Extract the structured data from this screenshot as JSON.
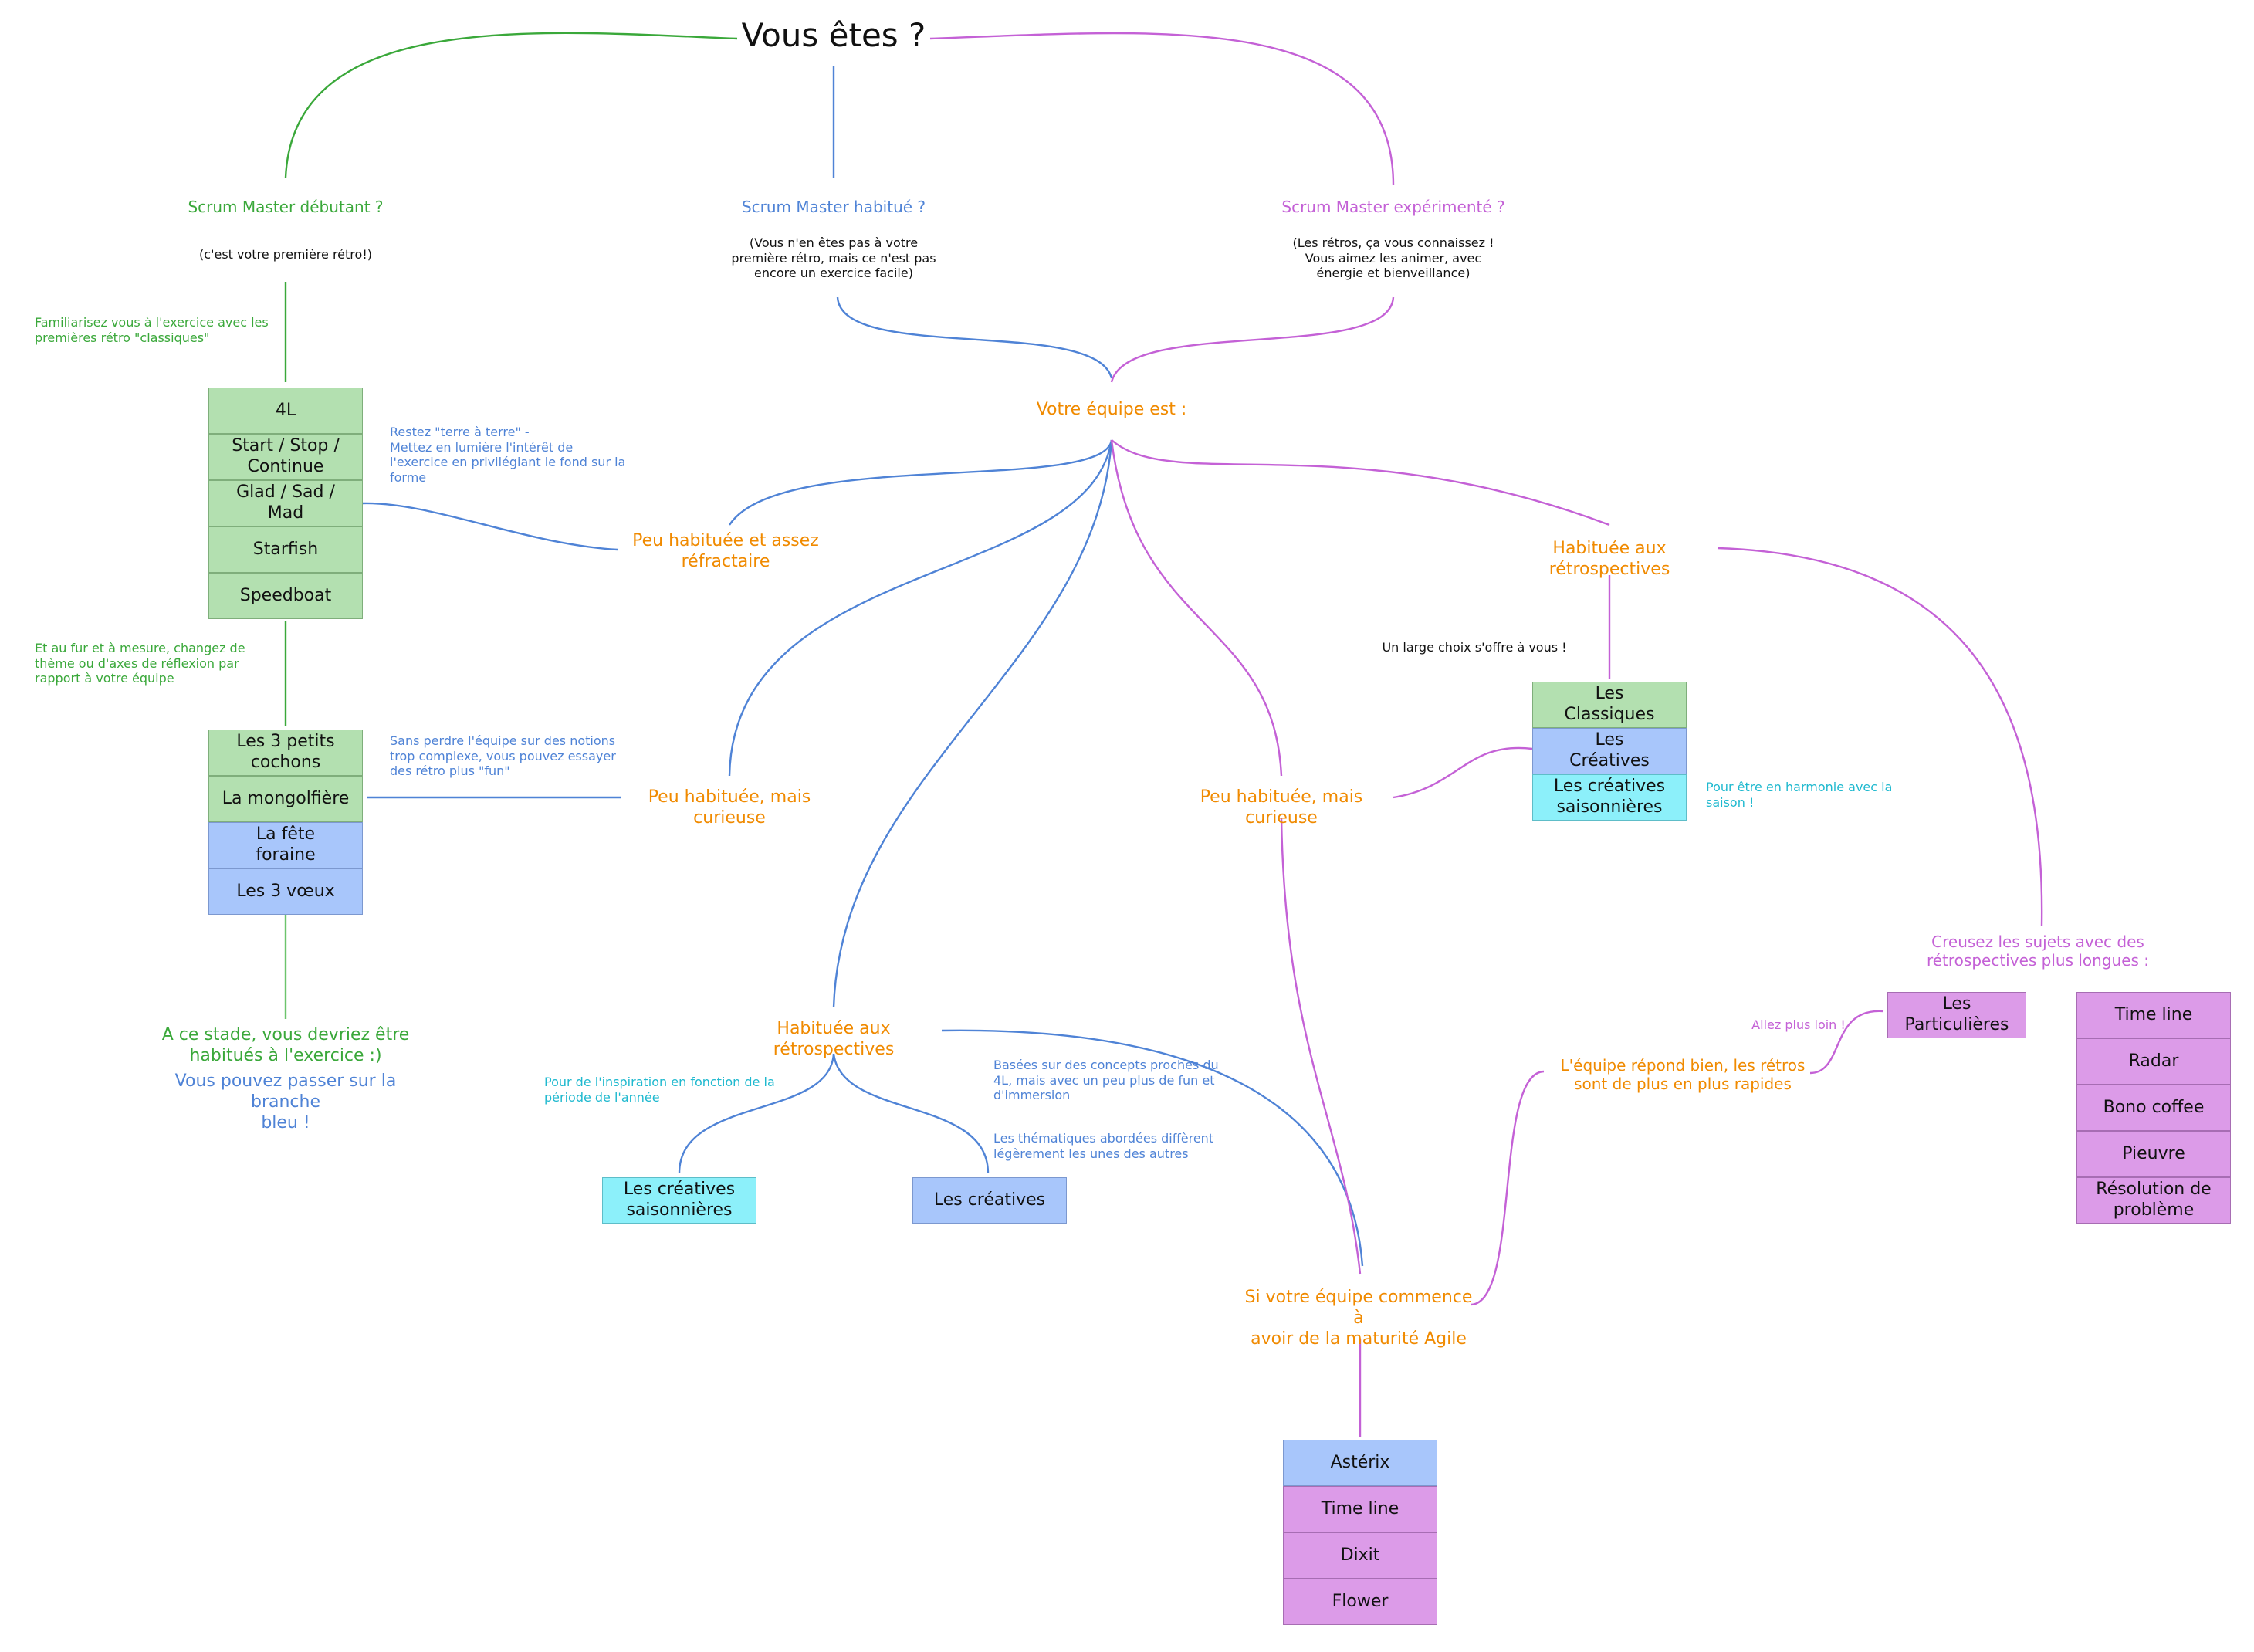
{
  "colors": {
    "green": "#3aa83a",
    "blue": "#4f83d6",
    "purple": "#c461d6",
    "orange": "#f08a00",
    "cyan": "#1fb9cf",
    "black": "#111111"
  },
  "title": "Vous êtes ?",
  "roles": {
    "beginner": "Scrum Master débutant ?",
    "beginner_note": "(c'est votre première rétro!)",
    "habitual": "Scrum Master habitué ?",
    "habitual_note": "(Vous n'en êtes pas à votre\npremière rétro, mais ce n'est pas\nencore un exercice facile)",
    "expert": "Scrum Master expérimenté ?",
    "expert_note": "(Les rétros, ça vous connaissez !\nVous aimez les animer, avec\nénergie et bienveillance)"
  },
  "left_branch": {
    "note_top": "Familiarisez vous à l'exercice avec les\npremières rétro \"classiques\"",
    "stack1": [
      "4L",
      "Start / Stop /\nContinue",
      "Glad / Sad / Mad",
      "Starfish",
      "Speedboat"
    ],
    "note_mid": "Et au fur et à mesure, changez de\nthème ou d'axes de réflexion par\nrapport à votre équipe",
    "stack2": [
      "Les 3 petits\ncochons",
      "La mongolfière",
      "La fête\nforaine",
      "Les 3 vœux"
    ],
    "end_green": "A ce stade, vous devriez être\nhabitués à l'exercice :)",
    "end_blue": "Vous pouvez passer sur la branche\nbleu !"
  },
  "team": {
    "question": "Votre équipe est :",
    "refractory": "Peu habituée et assez\nréfractaire",
    "refractory_note": "Restez \"terre à terre\" -\nMettez en lumière l'intérêt de\nl'exercice en privilégiant le fond sur la\nforme",
    "curious_left": "Peu habituée, mais curieuse",
    "curious_left_note": "Sans perdre l'équipe sur des notions\ntrop complexe, vous pouvez essayer\ndes rétro plus \"fun\"",
    "used_mid": "Habituée aux rétrospectives",
    "seasonal_note": "Pour de l'inspiration en fonction de la\npériode de l'année",
    "creative_note1": "Basées sur des concepts proches du\n4L, mais avec un peu plus de fun et\nd'immersion",
    "creative_note2": "Les thématiques abordées diffèrent\nlégèrement les unes des autres",
    "seasonal_box": "Les créatives\nsaisonnières",
    "creative_box": "Les créatives",
    "curious_right": "Peu habituée, mais curieuse",
    "used_right": "Habituée aux rétrospectives",
    "choice_note": "Un large choix s'offre à vous !",
    "choice_stack": [
      "Les\nClassiques",
      "Les\nCréatives",
      "Les créatives\nsaisonnières"
    ],
    "harmony_note": "Pour être en harmonie avec la\nsaison !",
    "dig": "Creusez les sujets avec des\nrétrospectives plus longues :",
    "long_stack": [
      "Time line",
      "Radar",
      "Bono coffee",
      "Pieuvre",
      "Résolution de\nproblème"
    ],
    "particulieres": "Les\nParticulières",
    "further": "Allez plus loin !",
    "responds": "L'équipe répond bien, les rétros\nsont de plus en plus rapides",
    "maturity": "Si votre équipe commence à\navoir de la maturité Agile",
    "maturity_stack": [
      "Astérix",
      "Time line",
      "Dixit",
      "Flower"
    ]
  }
}
